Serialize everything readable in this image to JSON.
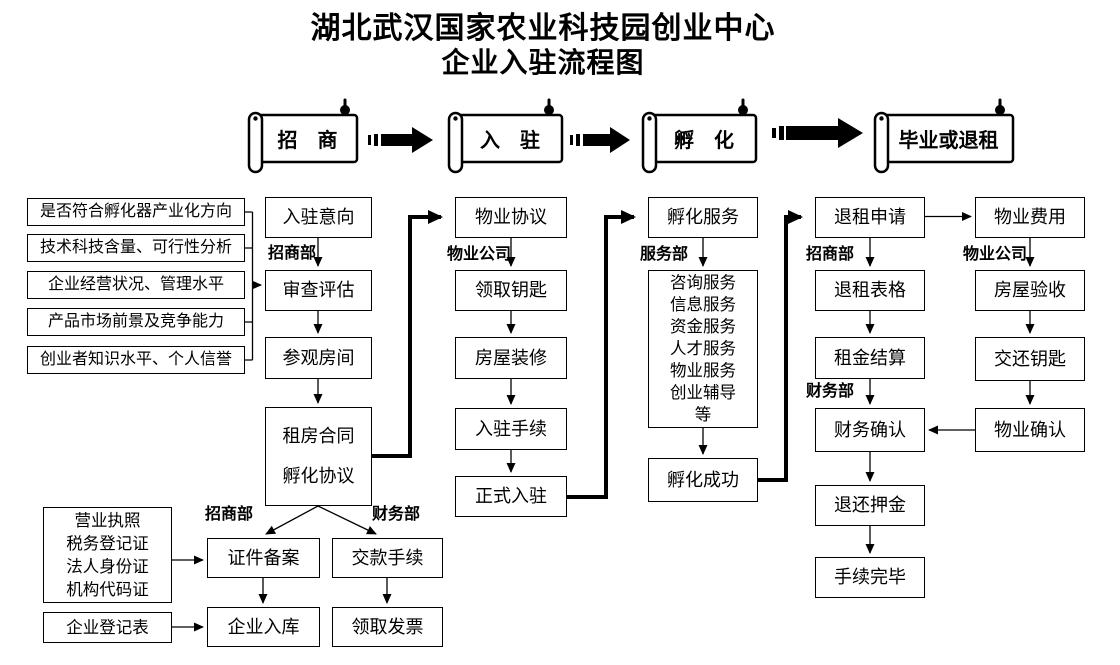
{
  "title": {
    "line1": "湖北武汉国家农业科技园创业中心",
    "line2": "企业入驻流程图"
  },
  "banners": {
    "zhaoshang": "招　商",
    "ruzhu": "入　驻",
    "fuhua": "孵　化",
    "biye": "毕业或退租"
  },
  "dept_labels": {
    "col2": "招商部",
    "col3": "物业公司",
    "col4": "服务部",
    "col5_top": "招商部",
    "col5_mid": "财务部",
    "col6": "物业公司",
    "bottom_left": "招商部",
    "bottom_right": "财务部"
  },
  "criteria": {
    "c1": "是否符合孵化器产业化方向",
    "c2": "技术科技含量、可行性分析",
    "c3": "企业经营状况、管理水平",
    "c4": "产品市场前景及竞争能力",
    "c5": "创业者知识水平、个人信誉"
  },
  "nodes": {
    "entry_intent": "入驻意向",
    "review": "审查评估",
    "visit_rooms": "参观房间",
    "contract": {
      "line1": "租房合同",
      "line2": "孵化协议"
    },
    "property_agreement": "物业协议",
    "get_keys": "领取钥匙",
    "renovation": "房屋装修",
    "entry_procedures": "入驻手续",
    "official_entry": "正式入驻",
    "incubation_service": "孵化服务",
    "services": {
      "l1": "咨询服务",
      "l2": "信息服务",
      "l3": "资金服务",
      "l4": "人才服务",
      "l5": "物业服务",
      "l6": "创业辅导",
      "l7": "等"
    },
    "incubation_success": "孵化成功",
    "terminate_apply": "退租申请",
    "terminate_form": "退租表格",
    "rent_settlement": "租金结算",
    "finance_confirm": "财务确认",
    "refund_deposit": "退还押金",
    "procedures_done": "手续完毕",
    "property_fee": "物业费用",
    "house_inspection": "房屋验收",
    "return_keys": "交还钥匙",
    "property_confirm": "物业确认",
    "docs": {
      "l1": "营业执照",
      "l2": "税务登记证",
      "l3": "法人身份证",
      "l4": "机构代码证"
    },
    "registration_form": "企业登记表",
    "doc_filing": "证件备案",
    "payment": "交款手续",
    "enterprise_db": "企业入库",
    "get_invoice": "领取发票"
  },
  "colors": {
    "line": "#000000",
    "background": "#ffffff"
  }
}
